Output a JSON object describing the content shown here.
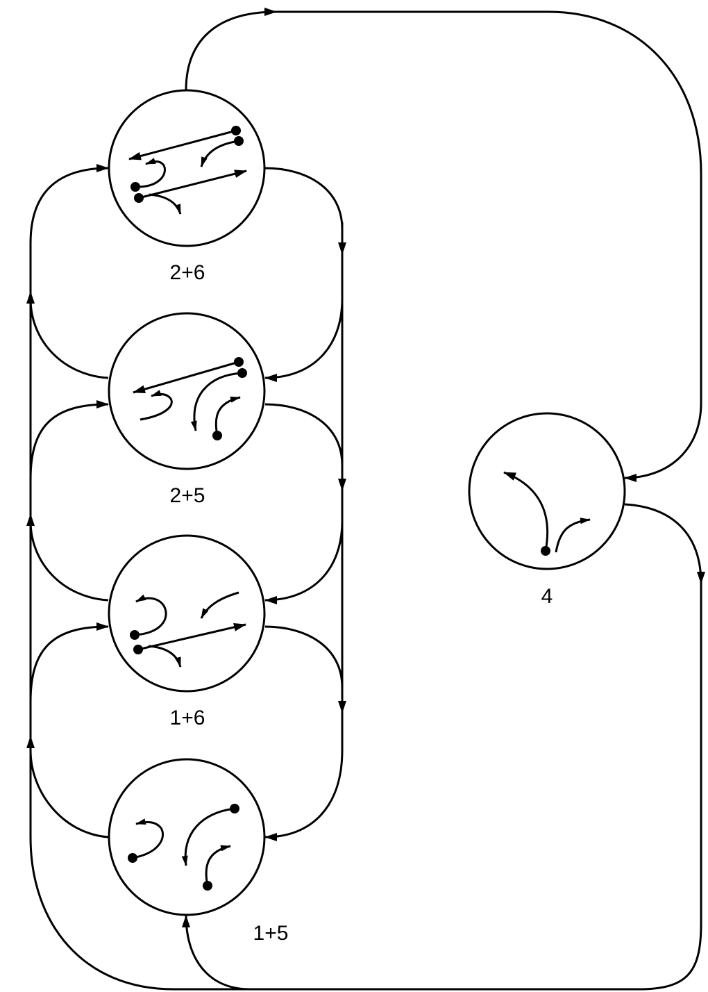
{
  "nodes": [
    {
      "id": "n26",
      "label": "2+6"
    },
    {
      "id": "n25",
      "label": "2+5"
    },
    {
      "id": "n16",
      "label": "1+6"
    },
    {
      "id": "n15",
      "label": "1+5"
    },
    {
      "id": "n4",
      "label": "4"
    }
  ],
  "colors": {
    "stroke": "#000000",
    "background": "#ffffff"
  }
}
